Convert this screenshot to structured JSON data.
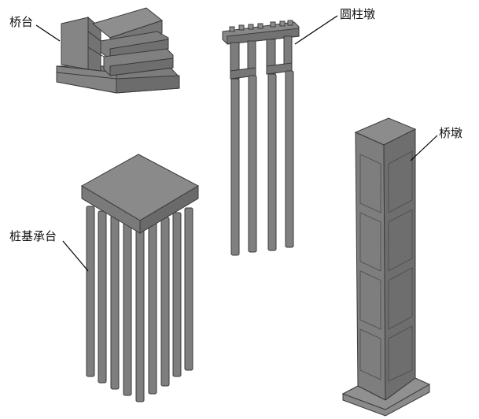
{
  "labels": {
    "abutment": "桥台",
    "column_pier": "圆柱墩",
    "pier": "桥墩",
    "pile_cap": "桩基承台"
  },
  "colors": {
    "top_face": "#8a8a8a",
    "front_face": "#7a7a7a",
    "side_face": "#6e6e6e",
    "edge": "#3a3a3a",
    "leader_line": "#000000"
  },
  "icons": [
    "abutment-model-icon",
    "column-pier-model-icon",
    "pier-model-icon",
    "pile-cap-model-icon"
  ]
}
